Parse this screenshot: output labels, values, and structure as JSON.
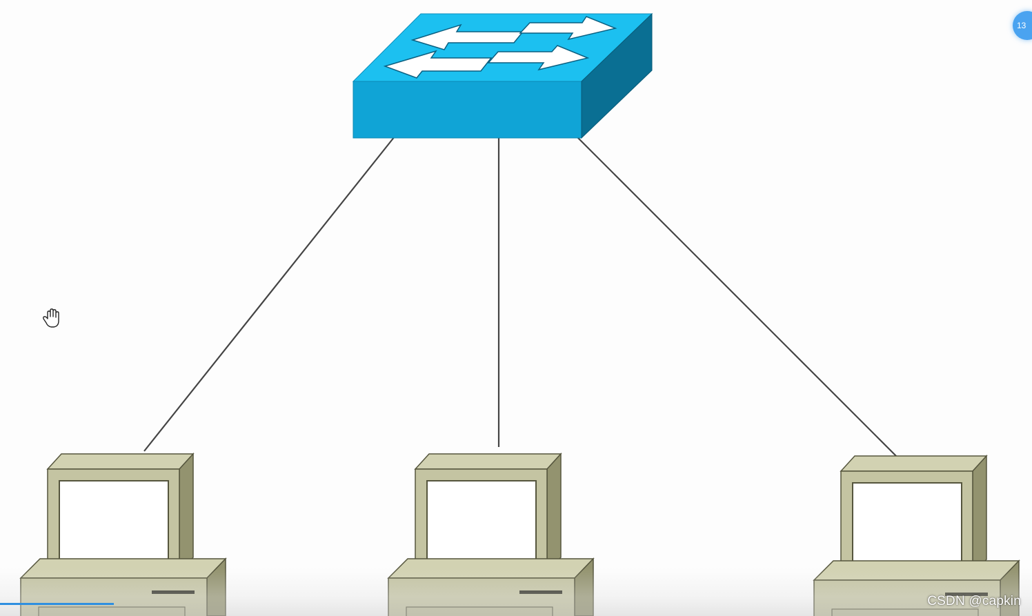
{
  "diagram": {
    "nodes": [
      {
        "id": "switch",
        "kind": "switch-icon"
      },
      {
        "id": "pc-left",
        "kind": "computer-icon"
      },
      {
        "id": "pc-middle",
        "kind": "computer-icon"
      },
      {
        "id": "pc-right",
        "kind": "computer-icon"
      }
    ],
    "edges": [
      {
        "from": "switch",
        "to": "pc-left"
      },
      {
        "from": "switch",
        "to": "pc-middle"
      },
      {
        "from": "switch",
        "to": "pc-right"
      }
    ],
    "colors": {
      "switch_top": "#1cc0f0",
      "switch_front": "#10a4d6",
      "switch_side": "#0a6f93",
      "pc_body": "#c4c4a2",
      "pc_side": "#93936f",
      "pc_outline": "#55553d",
      "link_line": "#444444"
    }
  },
  "overlay": {
    "watermark": "CSDN @capkin",
    "badge_text": "13",
    "cursor_icon": "hand-cursor-icon"
  },
  "player": {
    "progress": 0.11,
    "accent": "#2f8fe0"
  }
}
